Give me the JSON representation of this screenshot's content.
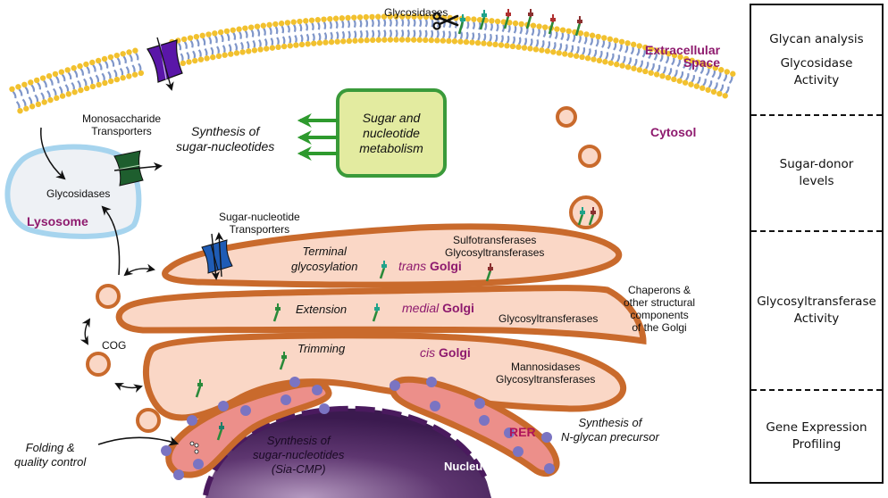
{
  "colors": {
    "membrane_head": "#f2c12e",
    "membrane_tail": "#7f96c9",
    "golgi_stroke": "#c96a2c",
    "golgi_fill": "#fad7c6",
    "rer_fill": "#ec8f8a",
    "ribosome": "#7a74c2",
    "nucleus_dark": "#3b1a4f",
    "nucleus_light": "#a58bb0",
    "lysosome_stroke": "#a6d4ee",
    "lysosome_fill": "#eef1f5",
    "metabolism_fill": "#e3eba0",
    "metabolism_stroke": "#3a9a3a",
    "label_magenta": "#8e1a6e",
    "purple_transporter": "#5a16a8",
    "green_transporter": "#1e5e2e",
    "blue_transporter": "#1f5cb5"
  },
  "labels": {
    "glycosidases_top": "Glycosidases",
    "extracellular_line1": "Extracellular",
    "extracellular_line2": "Space",
    "cytosol": "Cytosol",
    "mono_transporters_line1": "Monosaccharide",
    "mono_transporters_line2": "Transporters",
    "synthesis_sugar_nuc_line1": "Synthesis of",
    "synthesis_sugar_nuc_line2": "sugar-nucleotides",
    "metabolism_line1": "Sugar and",
    "metabolism_line2": "nucleotide",
    "metabolism_line3": "metabolism",
    "lysosome_glycosidases": "Glycosidases",
    "lysosome": "Lysosome",
    "sn_transporters_line1": "Sugar-nucleotide",
    "sn_transporters_line2": "Transporters",
    "terminal_line1": "Terminal",
    "terminal_line2": "glycosylation",
    "trans_prefix": "trans",
    "golgi": "Golgi",
    "sulfo": "Sulfotransferases",
    "glycosyltransferases": "Glycosyltransferases",
    "extension": "Extension",
    "medial_prefix": "medial",
    "chaperons_line1": "Chaperons &",
    "chaperons_line2": "other structural",
    "chaperons_line3": "components",
    "chaperons_line4": "of the Golgi",
    "trimming": "Trimming",
    "cis_prefix": "cis",
    "mannosidases": "Mannosidases",
    "cog": "COG",
    "folding_line1": "Folding &",
    "folding_line2": "quality control",
    "nuc_synth_line1": "Synthesis of",
    "nuc_synth_line2": "sugar-nucleotides",
    "nuc_synth_line3": "(Sia-CMP)",
    "nucleus": "Nucleus",
    "rer": "RER",
    "nglycan_line1": "Synthesis of",
    "nglycan_line2": "N-glycan precursor"
  },
  "side_panel": {
    "sections": [
      {
        "lines": [
          "Glycan analysis",
          "Glycosidase",
          "Activity"
        ]
      },
      {
        "lines": [
          "Sugar-donor",
          "levels"
        ]
      },
      {
        "lines": [
          "Glycosyltransferase",
          "Activity"
        ]
      },
      {
        "lines": [
          "Gene Expression",
          "Profiling"
        ]
      }
    ]
  }
}
